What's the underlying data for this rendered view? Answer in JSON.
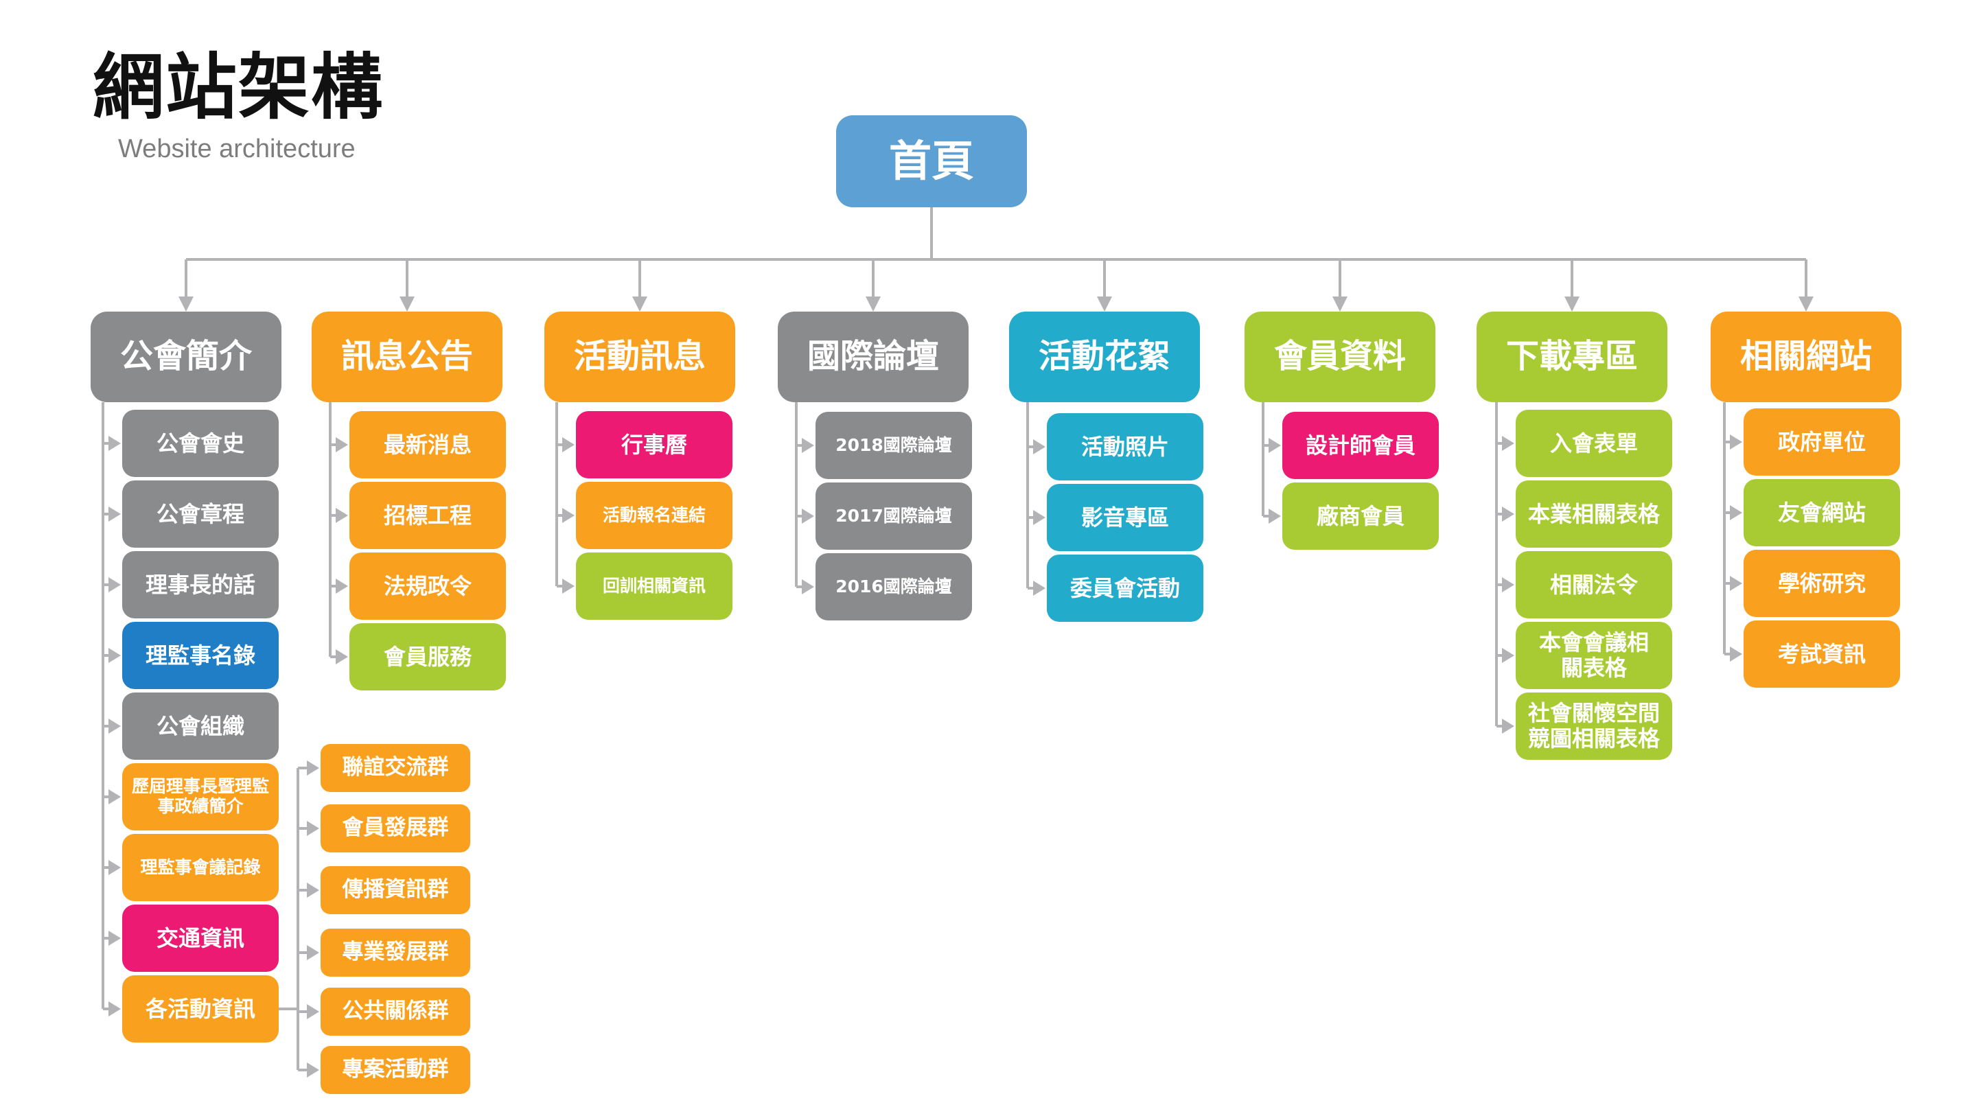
{
  "header": {
    "title": "網站架構",
    "subtitle": "Website architecture"
  },
  "colors": {
    "blue": "#5DA0D4",
    "grey": "#8A8B8D",
    "orange": "#F9A11F",
    "teal": "#22ABCB",
    "green": "#A8CB34",
    "pink": "#EC1A73",
    "darkblue": "#1F7EC6",
    "line": "#B3B3B6"
  },
  "home": {
    "label": "首頁",
    "color": "blue"
  },
  "categories": [
    {
      "label": "公會簡介",
      "color": "grey",
      "children": [
        {
          "label": "公會會史",
          "color": "grey"
        },
        {
          "label": "公會章程",
          "color": "grey"
        },
        {
          "label": "理事長的話",
          "color": "grey"
        },
        {
          "label": "理監事名錄",
          "color": "darkblue"
        },
        {
          "label": "公會組織",
          "color": "grey"
        },
        {
          "label": "歷屆理事長暨理監事政績簡介",
          "color": "orange",
          "small": true
        },
        {
          "label": "理監事會議記錄",
          "color": "orange",
          "small": true
        },
        {
          "label": "交通資訊",
          "color": "pink"
        },
        {
          "label": "各活動資訊",
          "color": "orange",
          "groups": [
            {
              "label": "聯誼交流群",
              "color": "orange"
            },
            {
              "label": "會員發展群",
              "color": "orange"
            },
            {
              "label": "傳播資訊群",
              "color": "orange"
            },
            {
              "label": "專業發展群",
              "color": "orange"
            },
            {
              "label": "公共關係群",
              "color": "orange"
            },
            {
              "label": "專案活動群",
              "color": "orange"
            }
          ]
        }
      ]
    },
    {
      "label": "訊息公告",
      "color": "orange",
      "children": [
        {
          "label": "最新消息",
          "color": "orange"
        },
        {
          "label": "招標工程",
          "color": "orange"
        },
        {
          "label": "法規政令",
          "color": "orange"
        },
        {
          "label": "會員服務",
          "color": "green"
        }
      ]
    },
    {
      "label": "活動訊息",
      "color": "orange",
      "children": [
        {
          "label": "行事曆",
          "color": "pink"
        },
        {
          "label": "活動報名連結",
          "color": "orange",
          "small": true
        },
        {
          "label": "回訓相關資訊",
          "color": "green",
          "small": true
        }
      ]
    },
    {
      "label": "國際論壇",
      "color": "grey",
      "children": [
        {
          "label": "2018國際論壇",
          "color": "grey",
          "small": true
        },
        {
          "label": "2017國際論壇",
          "color": "grey",
          "small": true
        },
        {
          "label": "2016國際論壇",
          "color": "grey",
          "small": true
        }
      ]
    },
    {
      "label": "活動花絮",
      "color": "teal",
      "children": [
        {
          "label": "活動照片",
          "color": "teal"
        },
        {
          "label": "影音專區",
          "color": "teal"
        },
        {
          "label": "委員會活動",
          "color": "teal"
        }
      ]
    },
    {
      "label": "會員資料",
      "color": "green",
      "children": [
        {
          "label": "設計師會員",
          "color": "pink"
        },
        {
          "label": "廠商會員",
          "color": "green"
        }
      ]
    },
    {
      "label": "下載專區",
      "color": "green",
      "children": [
        {
          "label": "入會表單",
          "color": "green"
        },
        {
          "label": "本業相關表格",
          "color": "green"
        },
        {
          "label": "相關法令",
          "color": "green"
        },
        {
          "label": "本會會議相關表格",
          "color": "green",
          "wrap": "本會會議相\n關表格"
        },
        {
          "label": "社會關懷空間競圖相關表格",
          "color": "green",
          "wrap": "社會關懷空間\n競圖相關表格"
        }
      ]
    },
    {
      "label": "相關網站",
      "color": "orange",
      "children": [
        {
          "label": "政府單位",
          "color": "orange"
        },
        {
          "label": "友會網站",
          "color": "green"
        },
        {
          "label": "學術研究",
          "color": "orange"
        },
        {
          "label": "考試資訊",
          "color": "orange"
        }
      ]
    }
  ]
}
